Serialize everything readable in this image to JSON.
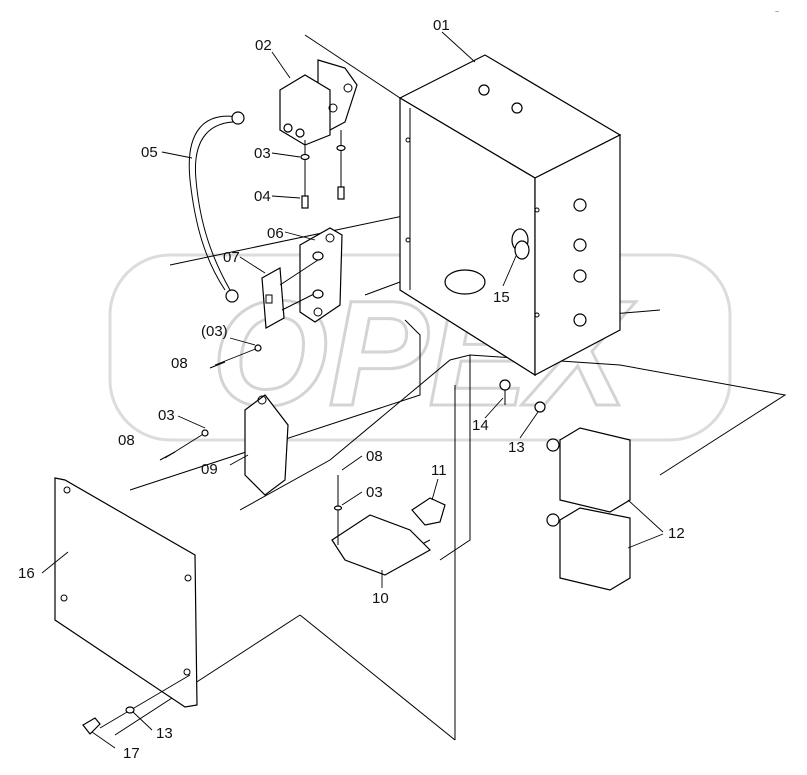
{
  "watermark": {
    "text": "OPEX"
  },
  "corner_mark": "~",
  "callouts": [
    {
      "id": "c-01",
      "label": "01"
    },
    {
      "id": "c-02",
      "label": "02"
    },
    {
      "id": "c-03a",
      "label": "03"
    },
    {
      "id": "c-04",
      "label": "04"
    },
    {
      "id": "c-05",
      "label": "05"
    },
    {
      "id": "c-06",
      "label": "06"
    },
    {
      "id": "c-07",
      "label": "07"
    },
    {
      "id": "c-03p",
      "label": "(03)"
    },
    {
      "id": "c-08a",
      "label": "08"
    },
    {
      "id": "c-03b",
      "label": "03"
    },
    {
      "id": "c-08b",
      "label": "08"
    },
    {
      "id": "c-09",
      "label": "09"
    },
    {
      "id": "c-08c",
      "label": "08"
    },
    {
      "id": "c-03c",
      "label": "03"
    },
    {
      "id": "c-11",
      "label": "11"
    },
    {
      "id": "c-10",
      "label": "10"
    },
    {
      "id": "c-15",
      "label": "15"
    },
    {
      "id": "c-14",
      "label": "14"
    },
    {
      "id": "c-13a",
      "label": "13"
    },
    {
      "id": "c-12",
      "label": "12"
    },
    {
      "id": "c-16",
      "label": "16"
    },
    {
      "id": "c-13b",
      "label": "13"
    },
    {
      "id": "c-17",
      "label": "17"
    }
  ]
}
